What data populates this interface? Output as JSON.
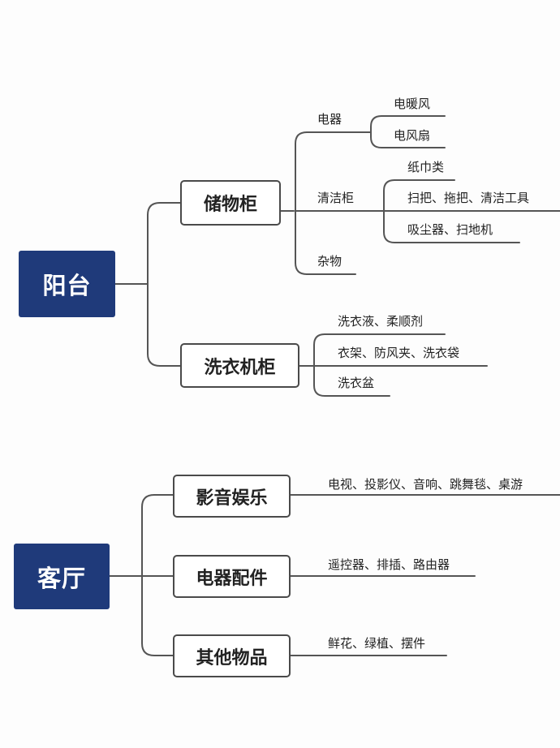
{
  "sections": [
    {
      "root": "阳台",
      "branches": [
        {
          "label": "储物柜",
          "children": [
            {
              "label": "电器",
              "items": [
                "电暖风",
                "电风扇"
              ]
            },
            {
              "label": "清洁柜",
              "items": [
                "纸巾类",
                "扫把、拖把、清洁工具",
                "吸尘器、扫地机"
              ]
            },
            {
              "label": "杂物"
            }
          ]
        },
        {
          "label": "洗衣机柜",
          "items": [
            "洗衣液、柔顺剂",
            "衣架、防风夹、洗衣袋",
            "洗衣盆"
          ]
        }
      ]
    },
    {
      "root": "客厅",
      "branches": [
        {
          "label": "影音娱乐",
          "items": [
            "电视、投影仪、音响、跳舞毯、桌游"
          ]
        },
        {
          "label": "电器配件",
          "items": [
            "遥控器、排插、路由器"
          ]
        },
        {
          "label": "其他物品",
          "items": [
            "鲜花、绿植、摆件"
          ]
        }
      ]
    }
  ]
}
